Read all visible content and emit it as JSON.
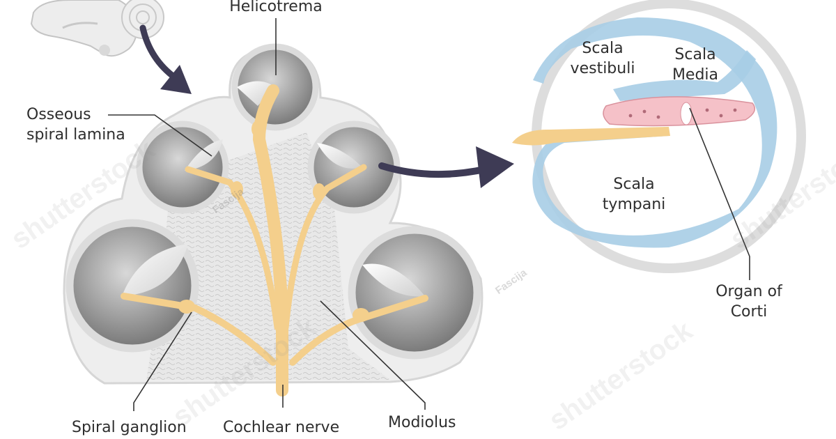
{
  "labels": {
    "helicotrema": "Helicotrema",
    "osseous_spiral_lamina": "Osseous\nspiral lamina",
    "spiral_ganglion": "Spiral ganglion",
    "cochlear_nerve": "Cochlear nerve",
    "modiolus": "Modiolus",
    "scala_vestibuli": "Scala\nvestibuli",
    "scala_media": "Scala\nMedia",
    "scala_tympani": "Scala\ntympani",
    "organ_of_corti": "Organ of\nCorti"
  },
  "watermarks": {
    "brand": "shutterstock",
    "author": "Fascija"
  },
  "colors": {
    "nerve": "#f4cf8c",
    "bone": "#e6e6e6",
    "chamber_shell": "#dddddd",
    "membrane": "#a7cde6",
    "organ_of_corti": "#f5c1c8",
    "arrow": "#3e3b55",
    "label_text": "#2e2e2e",
    "leader_line": "#333333"
  },
  "icons": {
    "ear_thumbnail": "inner-ear-icon",
    "flow_arrow": "curved-arrow-icon"
  }
}
